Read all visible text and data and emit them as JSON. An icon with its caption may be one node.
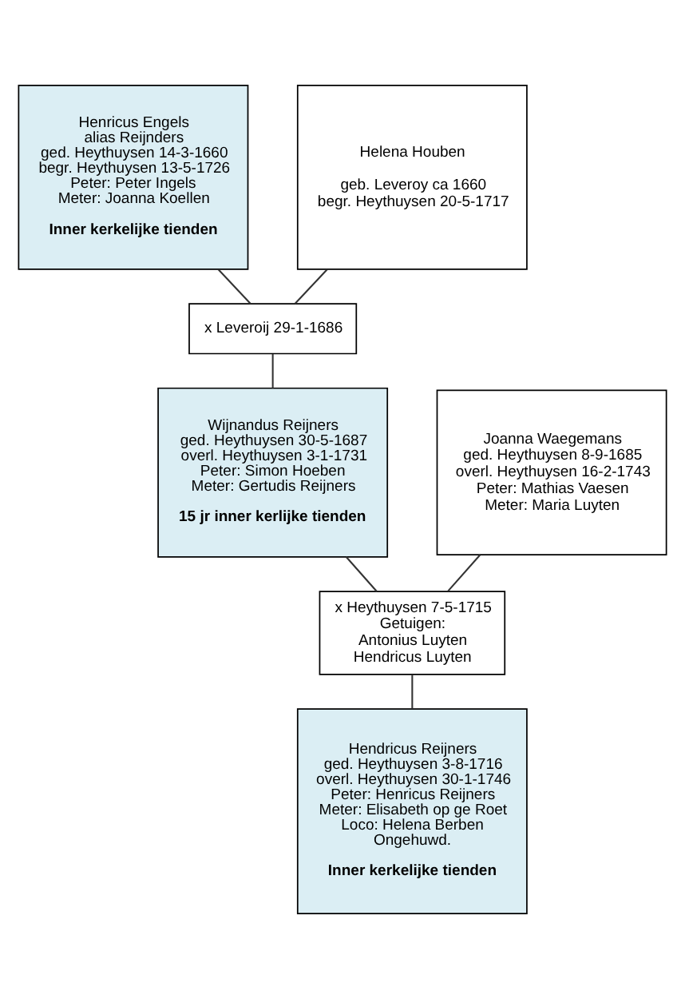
{
  "diagram": {
    "nodes": [
      {
        "text": [
          "Henricus Engels",
          "alias Reijnders",
          "ged. Heythuysen 14-3-1660",
          "begr. Heythuysen 13-5-1726",
          "Peter: Peter Ingels",
          "Meter: Joanna Koellen",
          "Inner kerkelijke tienden"
        ]
      },
      {
        "text": [
          "Helena Houben",
          "geb. Leveroy ca 1660",
          "begr. Heythuysen 20-5-1717"
        ]
      },
      {
        "text": [
          "x Leveroij 29-1-1686"
        ]
      },
      {
        "text": [
          "Wijnandus Reijners",
          "ged. Heythuysen 30-5-1687",
          "overl. Heythuysen 3-1-1731",
          "Peter: Simon Hoeben",
          "Meter: Gertudis Reijners",
          "15 jr inner kerlijke tienden"
        ]
      },
      {
        "text": [
          "Joanna Waegemans",
          "ged. Heythuysen 8-9-1685",
          "overl. Heythuysen 16-2-1743",
          "Peter: Mathias Vaesen",
          "Meter: Maria Luyten"
        ]
      },
      {
        "text": [
          "x Heythuysen 7-5-1715",
          "Getuigen:",
          "Antonius Luyten",
          "Hendricus Luyten"
        ]
      },
      {
        "text": [
          "Hendricus Reijners",
          "ged. Heythuysen 3-8-1716",
          "overl. Heythuysen 30-1-1746",
          "Peter: Henricus Reijners",
          "Meter: Elisabeth op ge Roet",
          "Loco: Helena Berben",
          "Ongehuwd.",
          "Inner kerkelijke tienden"
        ]
      }
    ],
    "edges": [
      {
        "from": 0,
        "to": 2,
        "arrow": "none"
      },
      {
        "from": 1,
        "to": 2,
        "arrow": "none"
      },
      {
        "from": 2,
        "to": 3,
        "arrow": "none"
      },
      {
        "from": 3,
        "to": 5,
        "arrow": "none"
      },
      {
        "from": 4,
        "to": 5,
        "arrow": "none"
      },
      {
        "from": 5,
        "to": 6,
        "arrow": "none"
      }
    ]
  }
}
